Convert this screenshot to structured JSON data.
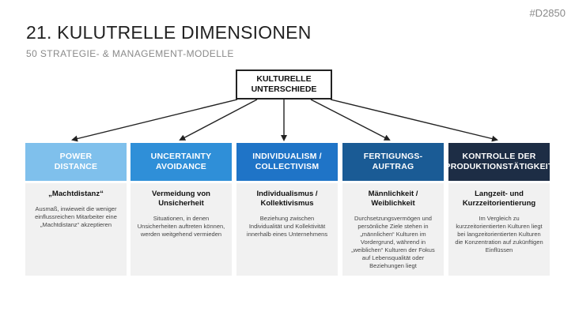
{
  "code": "#D2850",
  "title": "21. KULUTRELLE DIMENSIONEN",
  "subtitle": "50 STRATEGIE- & MANAGEMENT-MODELLE",
  "root": {
    "line1": "KULTURELLE",
    "line2": "UNTERSCHIEDE"
  },
  "columns": [
    {
      "head1": "POWER",
      "head2": "DISTANCE",
      "sub": "„Machtdistanz“",
      "desc": "Ausmaß, inwieweit die weniger einflussreichen Mitarbeiter eine „Machtdistanz“ akzeptieren"
    },
    {
      "head1": "UNCERTAINTY",
      "head2": "AVOIDANCE",
      "sub": "Vermeidung von Unsicherheit",
      "desc": "Situationen, in denen Unsicherheiten auftreten können, werden weitgehend vermieden"
    },
    {
      "head1": "INDIVIDUALISM /",
      "head2": "COLLECTIVISM",
      "sub": "Individualismus / Kollektivismus",
      "desc": "Beziehung zwischen Individualität und Kollektivität innerhalb eines Unternehmens"
    },
    {
      "head1": "FERTIGUNGS-",
      "head2": "AUFTRAG",
      "sub": "Männlichkeit / Weiblichkeit",
      "desc": "Durchsetzungsvermögen und persönliche Ziele stehen in „männlichen“ Kulturen im Vordergrund, während in „weiblichen“ Kulturen der Fokus auf Lebensqualität oder Beziehungen liegt"
    },
    {
      "head1": "KONTROLLE DER",
      "head2": "PRODUKTIONSTÄTIGKEIT",
      "sub": "Langzeit- und Kurzzeitorientierung",
      "desc": "Im Vergleich zu kurzzeitorientierten Kulturen liegt bei langzeitorientierten Kulturen die Konzentration auf zukünftigen Einflüssen"
    }
  ]
}
